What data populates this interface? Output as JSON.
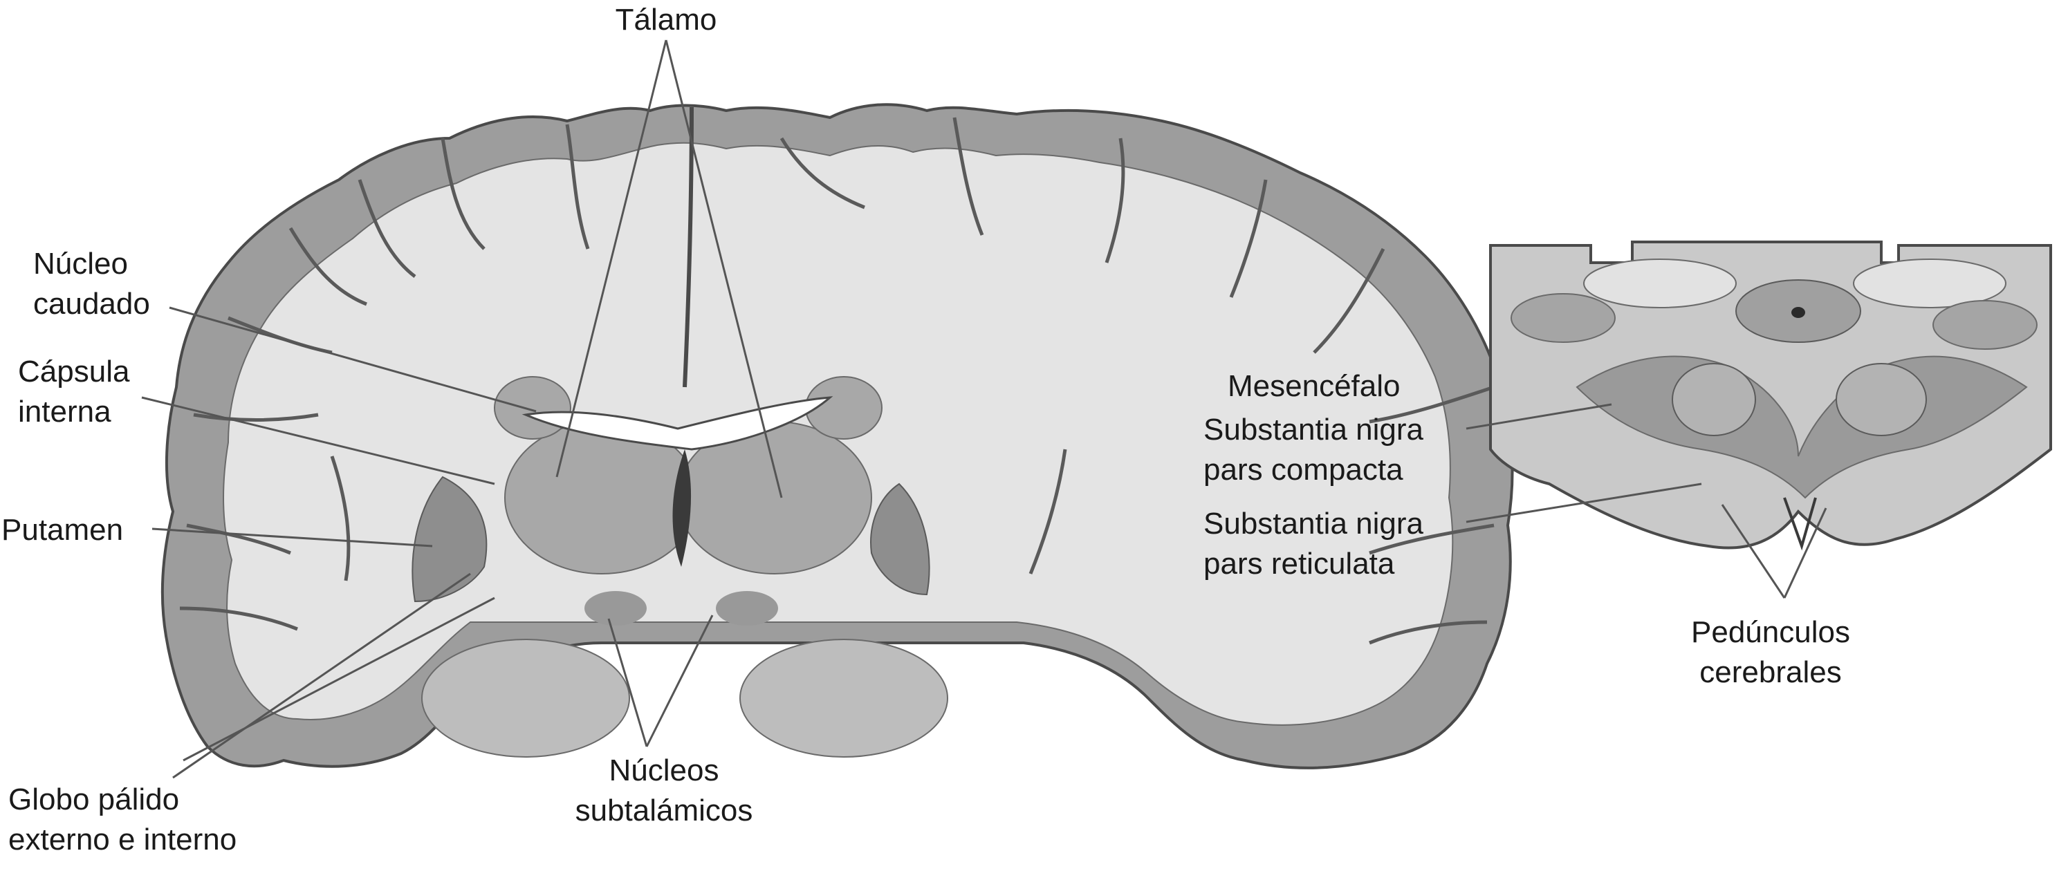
{
  "labels": {
    "talamo": "Tálamo",
    "nucleo_caudado": [
      "Núcleo",
      "caudado"
    ],
    "capsula_interna": [
      "Cápsula",
      "interna"
    ],
    "putamen": "Putamen",
    "globo_palido": [
      "Globo pálido",
      "externo e interno"
    ],
    "nucleos_subtalamicos": [
      "Núcleos",
      "subtalámicos"
    ],
    "mesencefalo": "Mesencéfalo",
    "sn_compacta": [
      "Substantia nigra",
      "pars compacta"
    ],
    "sn_reticulata": [
      "Substantia nigra",
      "pars reticulata"
    ],
    "pedunculos": [
      "Pedúnculos",
      "cerebrales"
    ]
  },
  "colors": {
    "cortex": "#9d9d9d",
    "white_matter": "#e4e4e4",
    "deep_nuclei": "#a8a8a8",
    "ventricle": "#ffffff",
    "outline": "#4a4a4a",
    "leader": "#555555"
  }
}
